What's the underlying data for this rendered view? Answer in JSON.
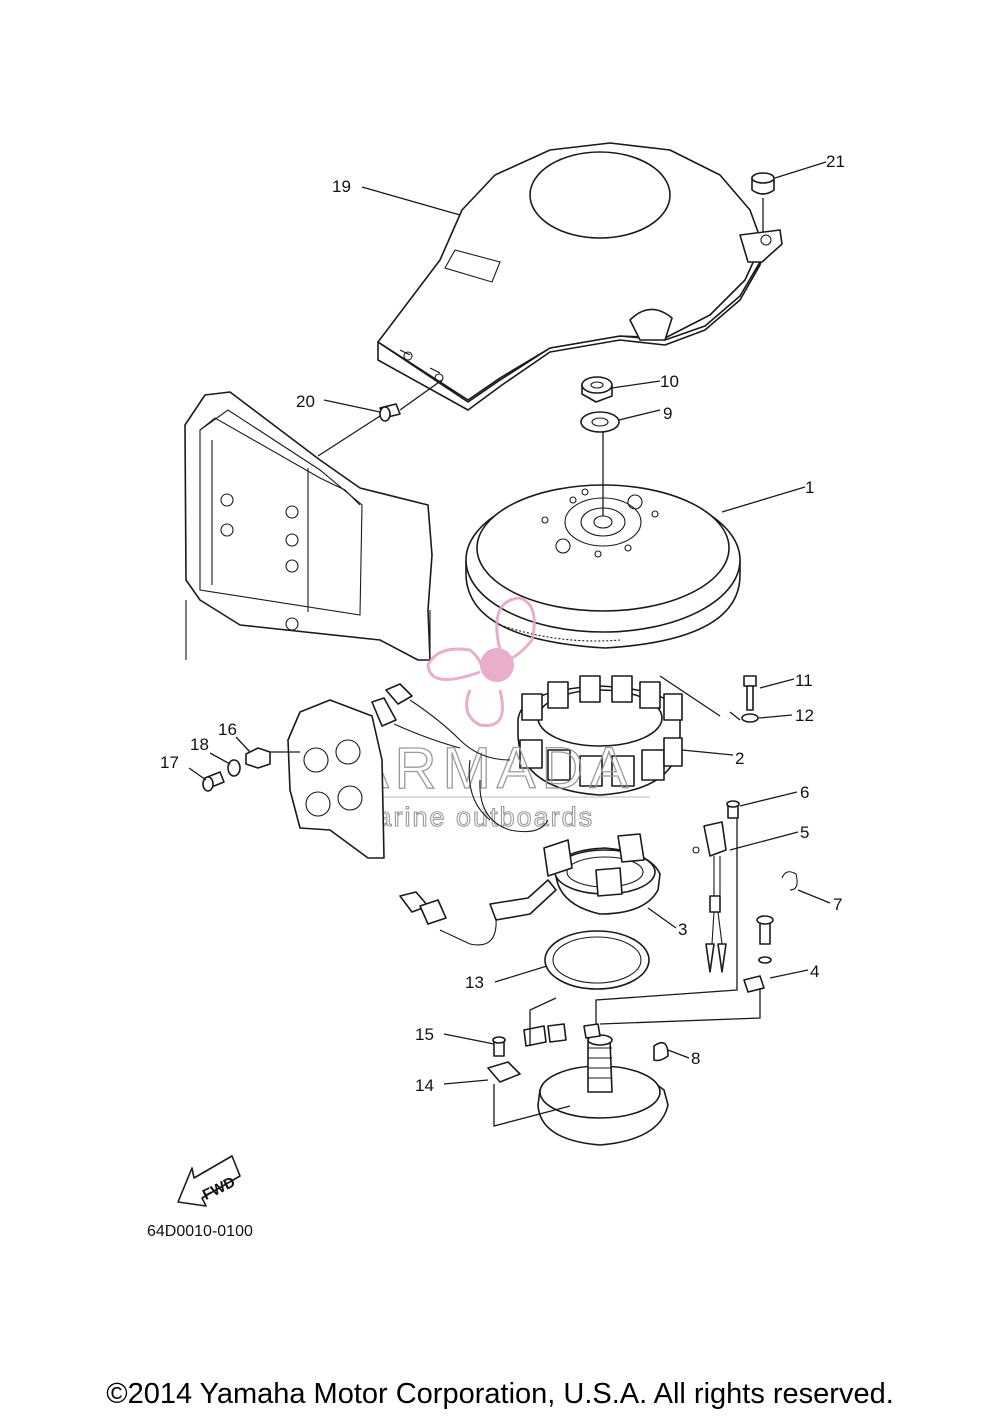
{
  "diagram": {
    "callouts": [
      "1",
      "2",
      "3",
      "4",
      "5",
      "6",
      "7",
      "8",
      "9",
      "10",
      "11",
      "12",
      "13",
      "14",
      "15",
      "16",
      "17",
      "18",
      "19",
      "20",
      "21"
    ],
    "diagram_code": "64D0010-0100",
    "fwd_label": "FWD",
    "footer": "©2014 Yamaha Motor Corporation, U.S.A. All rights reserved."
  },
  "watermark": {
    "name": "ARMADA",
    "tagline": "marine outboards",
    "accent_color": "#e6a0c4"
  }
}
